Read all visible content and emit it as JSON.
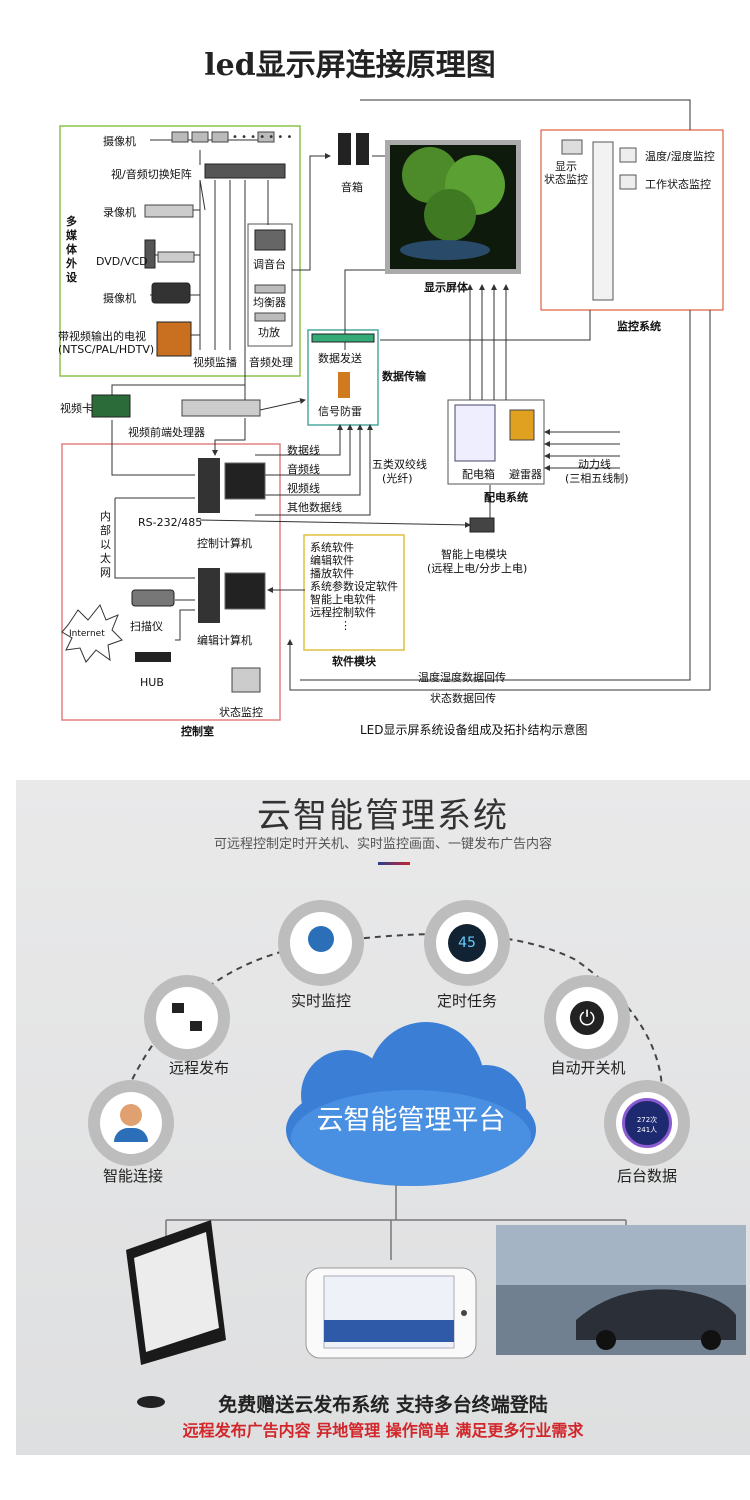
{
  "title": "led显示屏连接原理图",
  "diagram": {
    "multimedia": {
      "group_label": "多\n媒\n体\n外\n设",
      "camera1": "摄像机",
      "matrix": "视/音频切换矩阵",
      "vcr": "录像机",
      "dvd": "DVD/VCD",
      "camera2": "摄像机",
      "tv_line1": "带视频输出的电视",
      "tv_line2": "(NTSC/PAL/HDTV)",
      "video_monitor": "视频监播",
      "audio_proc": "音频处理"
    },
    "audio": {
      "mixer": "调音台",
      "eq": "均衡器",
      "amp": "功放"
    },
    "speaker": "音箱",
    "screen": "显示屏体",
    "monitor_sys": {
      "display_status": "显示\n状态监控",
      "temp_humid": "温度/湿度监控",
      "work_status": "工作状态监控",
      "label": "监控系统"
    },
    "data_trans": {
      "send": "数据发送",
      "lightning": "信号防雷",
      "label": "数据传输"
    },
    "video_card": "视频卡",
    "video_processor": "视频前端处理器",
    "lines": {
      "data": "数据线",
      "audio": "音频线",
      "video": "视频线",
      "other": "其他数据线",
      "twisted_line1": "五类双绞线",
      "twisted_line2": "(光纤)",
      "power_line1": "动力线",
      "power_line2": "(三相五线制)",
      "rs232": "RS-232/485",
      "inner_net": "内\n部\n以\n太\n网",
      "temp_return": "温度湿度数据回传",
      "status_return": "状态数据回传"
    },
    "power_dist": {
      "box": "配电箱",
      "arrester": "避雷器",
      "label": "配电系统"
    },
    "smart_power": {
      "line1": "智能上电模块",
      "line2": "(远程上电/分步上电)"
    },
    "control_room": {
      "control_pc": "控制计算机",
      "edit_pc": "编辑计算机",
      "scanner": "扫描仪",
      "hub": "HUB",
      "internet": "Internet",
      "status_monitor": "状态监控",
      "label": "控制室"
    },
    "software": {
      "items": [
        "系统软件",
        "编辑软件",
        "播放软件",
        "系统参数设定软件",
        "智能上电软件",
        "远程控制软件",
        "⋮"
      ],
      "label": "软件模块"
    },
    "caption": "LED显示屏系统设备组成及拓扑结构示意图"
  },
  "cloud": {
    "title": "云智能管理系统",
    "subtitle": "可远程控制定时开关机、实时监控画面、一键发布广告内容",
    "platform": "云智能管理平台",
    "nodes": {
      "realtime": "实时监控",
      "timer": "定时任务",
      "remote_publish": "远程发布",
      "auto_power": "自动开关机",
      "smart_connect": "智能连接",
      "backend_data": "后台数据"
    },
    "timer_value": "45",
    "backend_stats": {
      "line1": "272次",
      "line2": "241人"
    },
    "bottom_line1": "免费赠送云发布系统  支持多台终端登陆",
    "bottom_line2": "远程发布广告内容  异地管理  操作简单  满足更多行业需求",
    "colors": {
      "accent_red": "#d2262a",
      "cloud_blue": "#3a7fd5",
      "accent_blue": "#2a3d8f"
    }
  }
}
